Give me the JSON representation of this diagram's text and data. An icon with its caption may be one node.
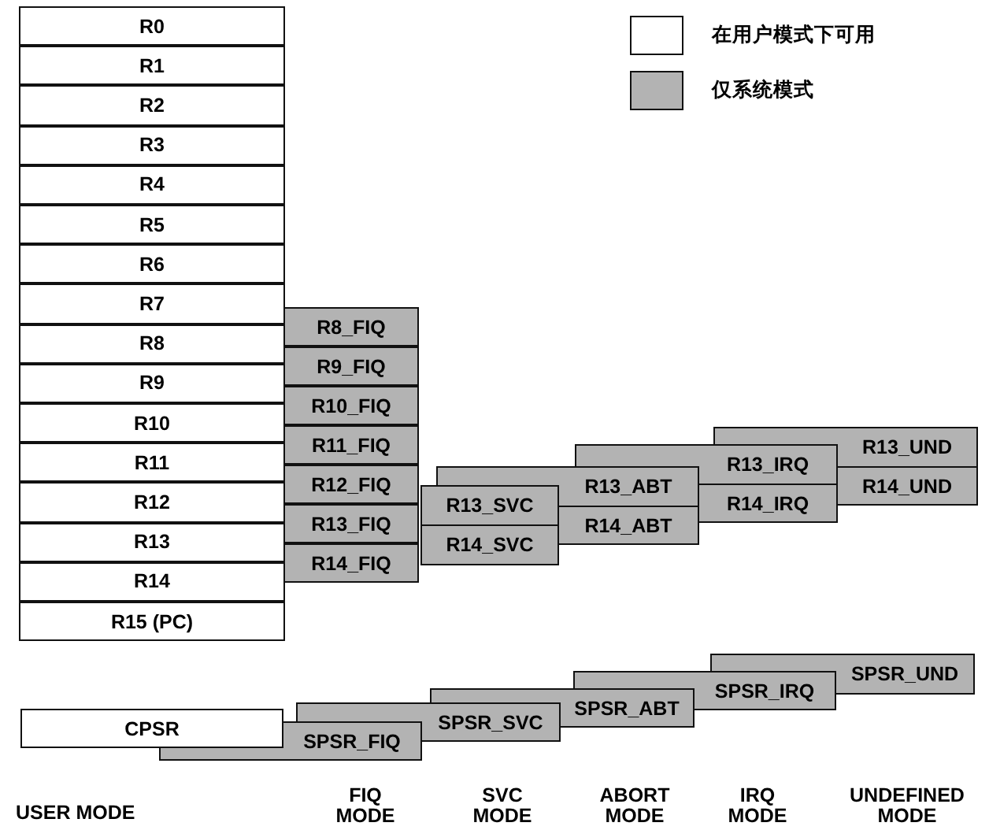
{
  "diagram": {
    "nodes": [
      {
        "text": [
          "R0"
        ]
      },
      {
        "text": [
          "R1"
        ]
      },
      {
        "text": [
          "R2"
        ]
      },
      {
        "text": [
          "R3"
        ]
      },
      {
        "text": [
          "R4"
        ]
      },
      {
        "text": [
          "R5"
        ]
      },
      {
        "text": [
          "R6"
        ]
      },
      {
        "text": [
          "R7"
        ]
      },
      {
        "text": [
          "R8"
        ]
      },
      {
        "text": [
          "R9"
        ]
      },
      {
        "text": [
          "R10"
        ]
      },
      {
        "text": [
          "R11"
        ]
      },
      {
        "text": [
          "R12"
        ]
      },
      {
        "text": [
          "R13"
        ]
      },
      {
        "text": [
          "R14"
        ]
      },
      {
        "text": [
          "R15 (PC)"
        ]
      },
      {
        "text": [
          "R8_FIQ"
        ]
      },
      {
        "text": [
          "R9_FIQ"
        ]
      },
      {
        "text": [
          "R10_FIQ"
        ]
      },
      {
        "text": [
          "R11_FIQ"
        ]
      },
      {
        "text": [
          "R12_FIQ"
        ]
      },
      {
        "text": [
          "R13_FIQ"
        ]
      },
      {
        "text": [
          "R14_FIQ"
        ]
      },
      {
        "text": [
          "R13_SVC"
        ]
      },
      {
        "text": [
          "R14_SVC"
        ]
      },
      {
        "text": [
          "R13_ABT"
        ]
      },
      {
        "text": [
          "R14_ABT"
        ]
      },
      {
        "text": [
          "R13_IRQ"
        ]
      },
      {
        "text": [
          "R14_IRQ"
        ]
      },
      {
        "text": [
          "R13_UND"
        ]
      },
      {
        "text": [
          "R14_UND"
        ]
      },
      {
        "text": [
          "CPSR"
        ]
      },
      {
        "text": [
          "SPSR_FIQ"
        ]
      },
      {
        "text": [
          "SPSR_SVC"
        ]
      },
      {
        "text": [
          "SPSR_ABT"
        ]
      },
      {
        "text": [
          "SPSR_IRQ"
        ]
      },
      {
        "text": [
          "SPSR_UND"
        ]
      }
    ],
    "labels": [
      "USER MODE",
      "FIQ MODE",
      "SVC MODE",
      "ABORT MODE",
      "IRQ MODE",
      "UNDEFINED MODE"
    ],
    "legend": [
      {
        "text": "在用户模式下可用",
        "color": "#ffffff"
      },
      {
        "text": "仅系统模式",
        "color": "#b3b3b3"
      }
    ]
  }
}
